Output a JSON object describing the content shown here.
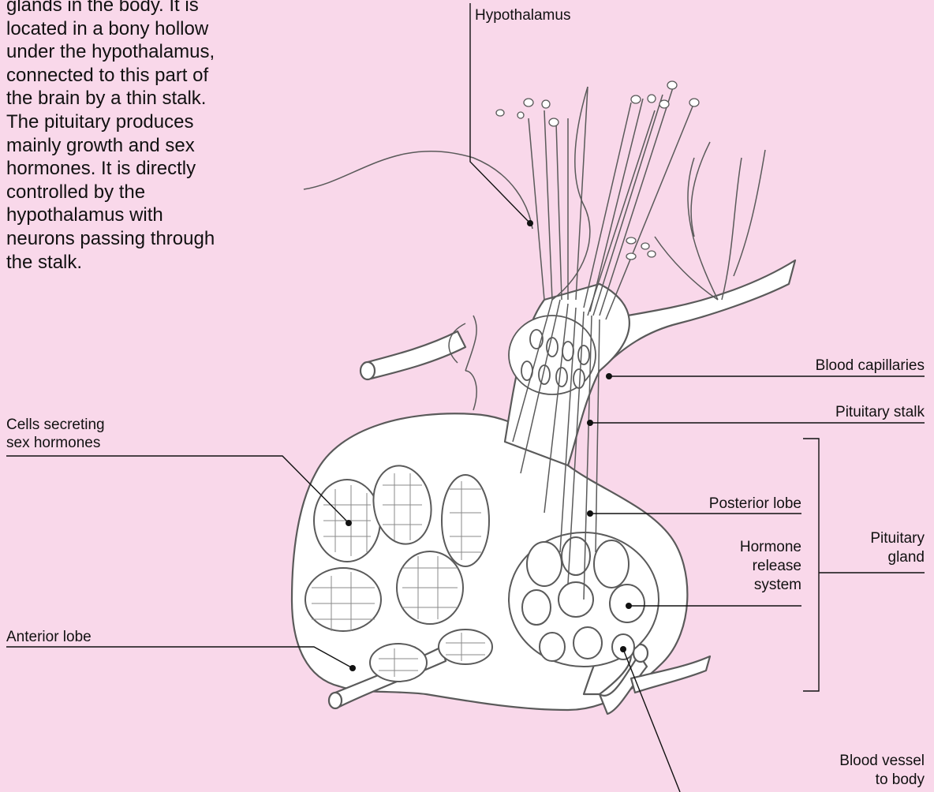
{
  "intro_text": "glands in the body. It is\nlocated in a bony hollow\nunder the hypothalamus,\nconnected to this part of\nthe brain by a thin stalk.\nThe pituitary produces\nmainly growth and sex\nhormones. It is directly\ncontrolled by the\nhypothalamus with\nneurons passing through\nthe stalk.",
  "labels": {
    "hypothalamus": "Hypothalamus",
    "blood_capillaries": "Blood capillaries",
    "pituitary_stalk": "Pituitary stalk",
    "cells_secreting": "Cells secreting\nsex hormones",
    "posterior_lobe": "Posterior lobe",
    "hormone_release": "Hormone\nrelease\nsystem",
    "pituitary_gland": "Pituitary\ngland",
    "anterior_lobe": "Anterior lobe",
    "blood_vessel": "Blood vessel\nto body"
  },
  "colors": {
    "background": "#f9d8ea",
    "outline": "#5a5a5a",
    "fill": "#ffffff",
    "leader": "#111111"
  }
}
